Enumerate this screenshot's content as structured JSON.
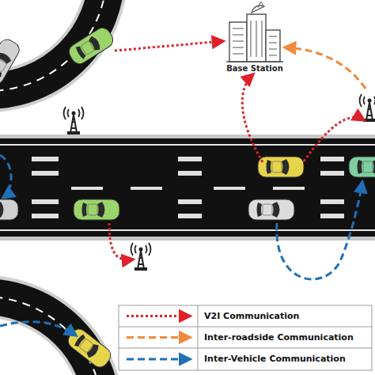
{
  "diagram": {
    "nodes": [
      {
        "text": [
          "Base Station"
        ]
      }
    ],
    "legend": [
      {
        "text": "V2I Communication"
      },
      {
        "text": "Inter-roadside Communication"
      },
      {
        "text": "Inter-Vehicle Communication"
      }
    ]
  }
}
